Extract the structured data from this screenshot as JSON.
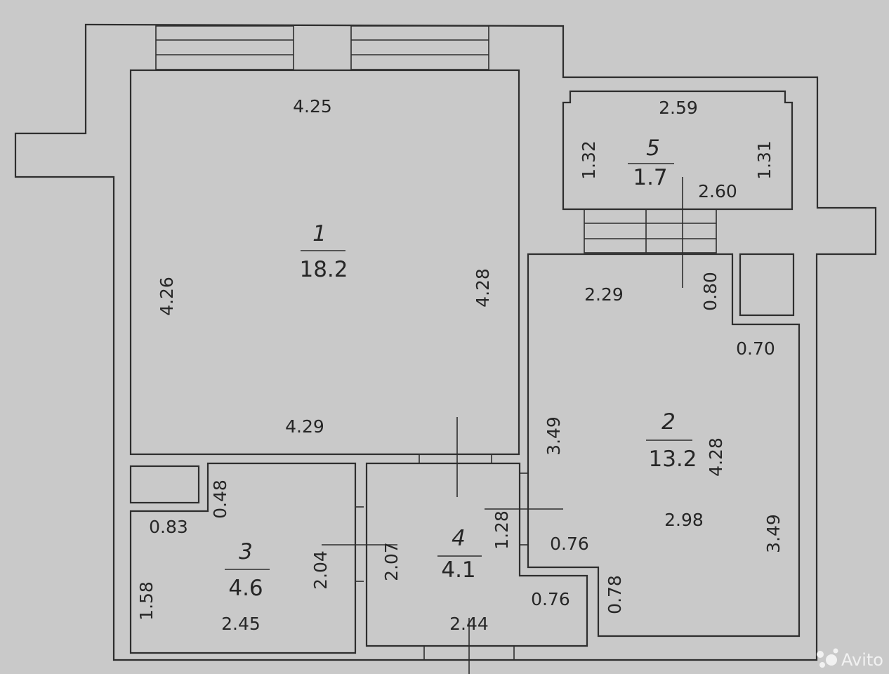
{
  "rooms": [
    {
      "number": "1",
      "area": "18.2"
    },
    {
      "number": "2",
      "area": "13.2"
    },
    {
      "number": "3",
      "area": "4.6"
    },
    {
      "number": "4",
      "area": "4.1"
    },
    {
      "number": "5",
      "area": "1.7"
    }
  ],
  "dimensions": {
    "r1_top": "4.25",
    "r1_left": "4.26",
    "r1_right": "4.28",
    "r1_bottom": "4.29",
    "r5_top": "2.59",
    "r5_left": "1.32",
    "r5_right": "1.31",
    "r5_bottom": "2.60",
    "r2_top": "2.29",
    "r2_notch_v": "0.80",
    "r2_notch_h": "0.70",
    "r2_left": "3.49",
    "r2_right_inner": "4.28",
    "r2_mid": "2.98",
    "r2_right": "3.49",
    "r2_step_h": "0.76",
    "r2_step_v": "0.78",
    "r3_niche_v": "0.48",
    "r3_niche_h": "0.83",
    "r3_left": "1.58",
    "r3_right": "2.04",
    "r3_bottom": "2.45",
    "r4_left": "2.07",
    "r4_right": "1.28",
    "r4_step": "0.76",
    "r4_bottom": "2.44"
  },
  "watermark": {
    "text": "Avito"
  }
}
